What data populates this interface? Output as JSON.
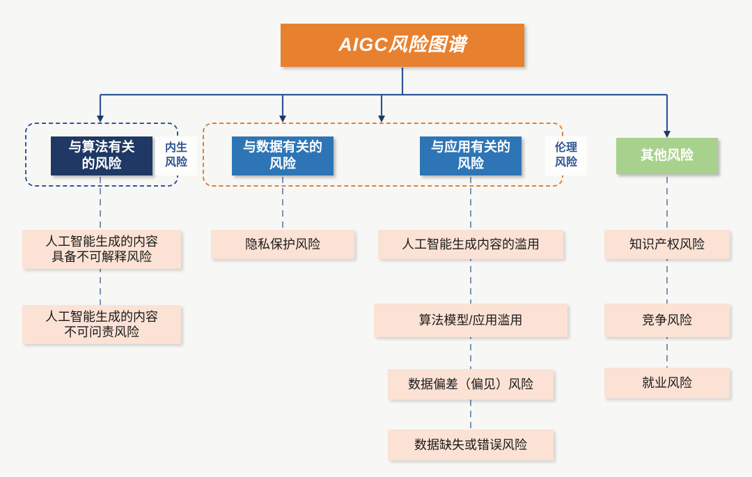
{
  "diagram": {
    "title": "AIGC风险图谱",
    "colors": {
      "title_bg": "#e8812f",
      "navy": "#1f3864",
      "blue": "#2e75b6",
      "green": "#a9d18e",
      "leaf_bg": "#fbe2d5",
      "group_blue": "#2f5597",
      "group_orange": "#e08030",
      "background": "#f7f7f5"
    },
    "groups": [
      {
        "badge": "内生\n风险",
        "badge_line1": "内生",
        "badge_line2": "风险",
        "style": "blue-dashed"
      },
      {
        "badge": "伦理\n风险",
        "badge_line1": "伦理",
        "badge_line2": "风险",
        "style": "orange-dashed"
      }
    ],
    "categories": [
      {
        "label_line1": "与算法有关",
        "label_line2": "的风险",
        "color": "navy"
      },
      {
        "label_line1": "与数据有关的",
        "label_line2": "风险",
        "color": "blue"
      },
      {
        "label_line1": "与应用有关的",
        "label_line2": "风险",
        "color": "blue"
      },
      {
        "label_line1": "其他风险",
        "label_line2": "",
        "color": "green"
      }
    ],
    "columns": [
      {
        "leaves": [
          {
            "line1": "人工智能生成的内容",
            "line2": "具备不可解释风险"
          },
          {
            "line1": "人工智能生成的内容",
            "line2": "不可问责风险"
          }
        ]
      },
      {
        "leaves": [
          {
            "line1": "隐私保护风险",
            "line2": ""
          }
        ]
      },
      {
        "leaves": [
          {
            "line1": "人工智能生成内容的滥用",
            "line2": ""
          },
          {
            "line1": "算法模型/应用滥用",
            "line2": ""
          },
          {
            "line1": "数据偏差（偏见）风险",
            "line2": ""
          },
          {
            "line1": "数据缺失或错误风险",
            "line2": ""
          }
        ]
      },
      {
        "leaves": [
          {
            "line1": "知识产权风险",
            "line2": ""
          },
          {
            "line1": "竞争风险",
            "line2": ""
          },
          {
            "line1": "就业风险",
            "line2": ""
          }
        ]
      }
    ]
  }
}
